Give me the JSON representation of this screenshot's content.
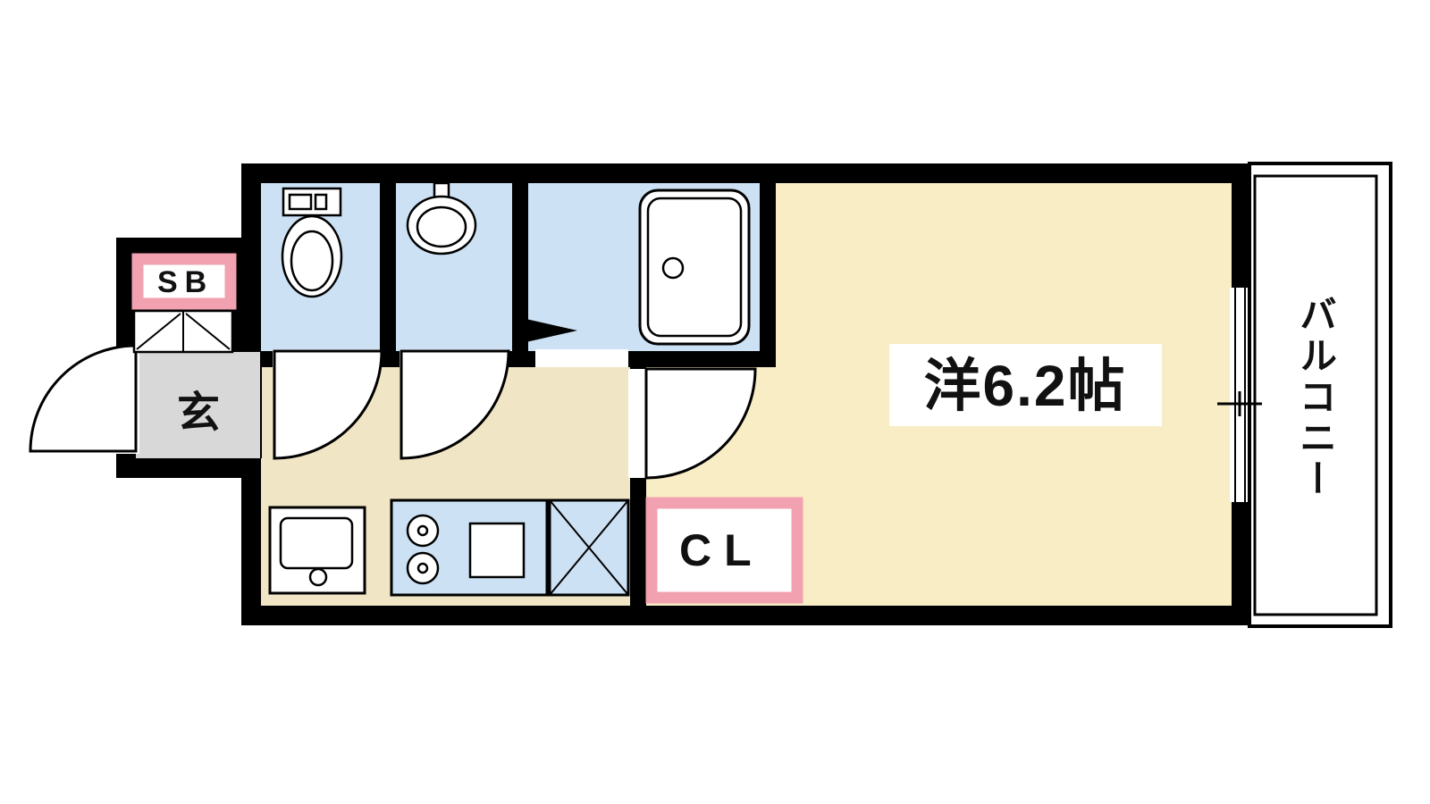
{
  "floorplan": {
    "labels": {
      "main_room": "洋6.2帖",
      "balcony": "バルコニー",
      "entrance": "玄",
      "shoe_box": "SB",
      "closet": "CL"
    },
    "colors": {
      "wall": "#000000",
      "main_room_fill": "#F8EDC5",
      "hallway_fill": "#F0E5C4",
      "wet_area_fill": "#CCE1F4",
      "entrance_fill": "#D8D8D8",
      "accent_pink": "#F1A1B0",
      "balcony_fill": "#FFFFFF",
      "background": "#FFFFFF"
    }
  }
}
